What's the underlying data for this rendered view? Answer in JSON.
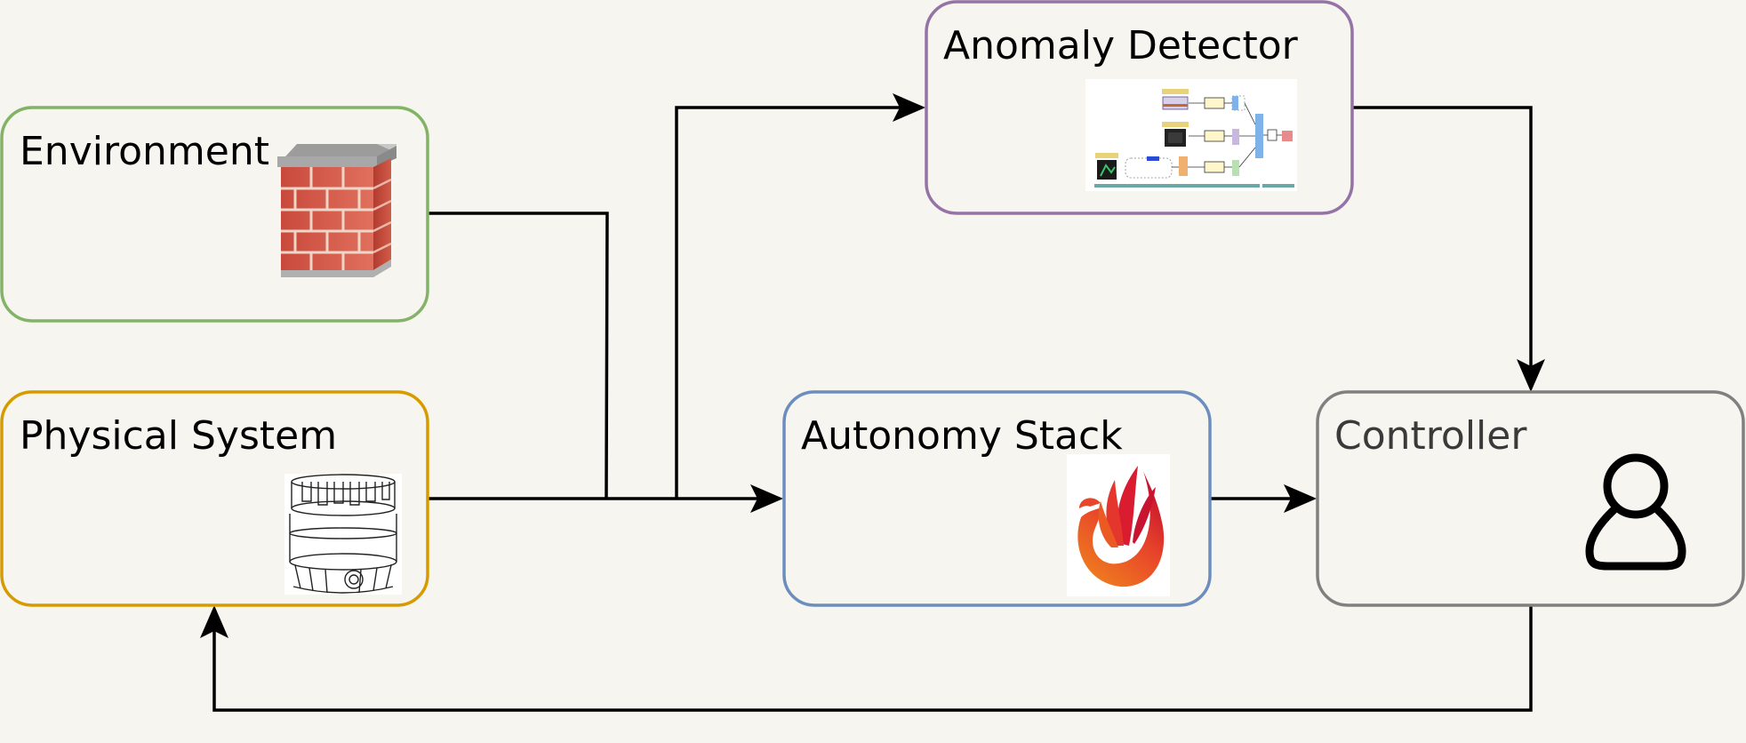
{
  "diagram": {
    "nodes": {
      "environment": {
        "label": "Environment",
        "color": "#82b366",
        "icon": "brick-wall-icon"
      },
      "physical_system": {
        "label": "Physical System",
        "color": "#d79b00",
        "icon": "lidar-sensor-icon"
      },
      "anomaly_detector": {
        "label": "Anomaly Detector",
        "color": "#9673a6",
        "icon": "architecture-diagram-thumbnail"
      },
      "autonomy_stack": {
        "label": "Autonomy Stack",
        "color": "#6c8ebf",
        "icon": "phoenix-logo-icon"
      },
      "controller": {
        "label": "Controller",
        "color": "#808080",
        "icon": "user-icon"
      }
    },
    "edges": [
      {
        "from": "environment",
        "to": "autonomy_stack"
      },
      {
        "from": "physical_system",
        "to": "autonomy_stack"
      },
      {
        "from": "physical_system",
        "to": "anomaly_detector"
      },
      {
        "from": "anomaly_detector",
        "to": "controller"
      },
      {
        "from": "autonomy_stack",
        "to": "controller"
      },
      {
        "from": "controller",
        "to": "physical_system"
      }
    ]
  }
}
